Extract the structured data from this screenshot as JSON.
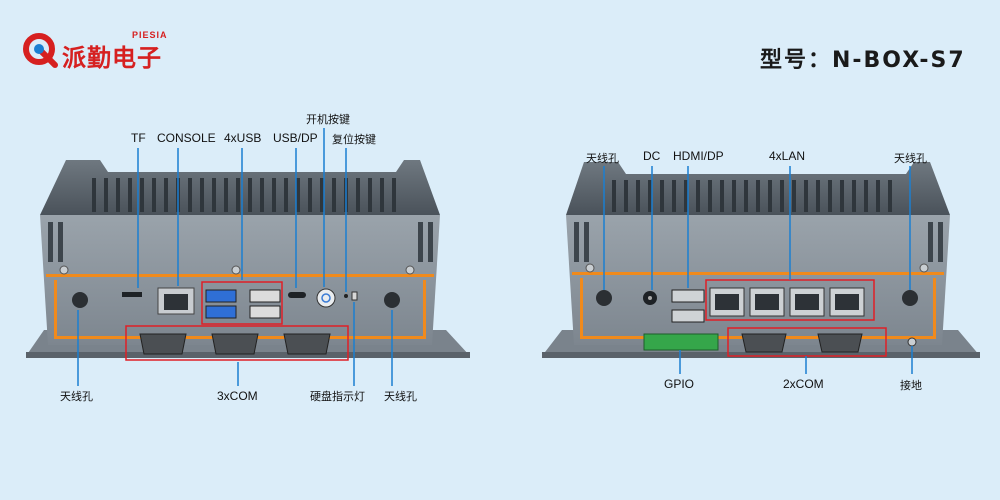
{
  "brand": {
    "cn": "派勤电子",
    "en": "PIESIA"
  },
  "model": "型号：N-BOX-S7",
  "colors": {
    "accent": "#d62020",
    "pointer": "#1b7fd1",
    "highlight": "#e01f26",
    "chassis": "#8a949e",
    "orange_line": "#f08a1c"
  },
  "front": {
    "top_labels": {
      "tf": "TF",
      "console": "CONSOLE",
      "usb4": "4xUSB",
      "usbdp": "USB/DP",
      "power": "开机按键",
      "reset": "复位按键"
    },
    "bottom_labels": {
      "antenna_left": "天线孔",
      "com3": "3xCOM",
      "hdd_led": "硬盘指示灯",
      "antenna_right": "天线孔"
    }
  },
  "back": {
    "top_labels": {
      "antenna_left": "天线孔",
      "dc": "DC",
      "hdmi_dp": "HDMI/DP",
      "lan4": "4xLAN",
      "antenna_right": "天线孔"
    },
    "bottom_labels": {
      "gpio": "GPIO",
      "com2": "2xCOM",
      "ground": "接地"
    }
  }
}
